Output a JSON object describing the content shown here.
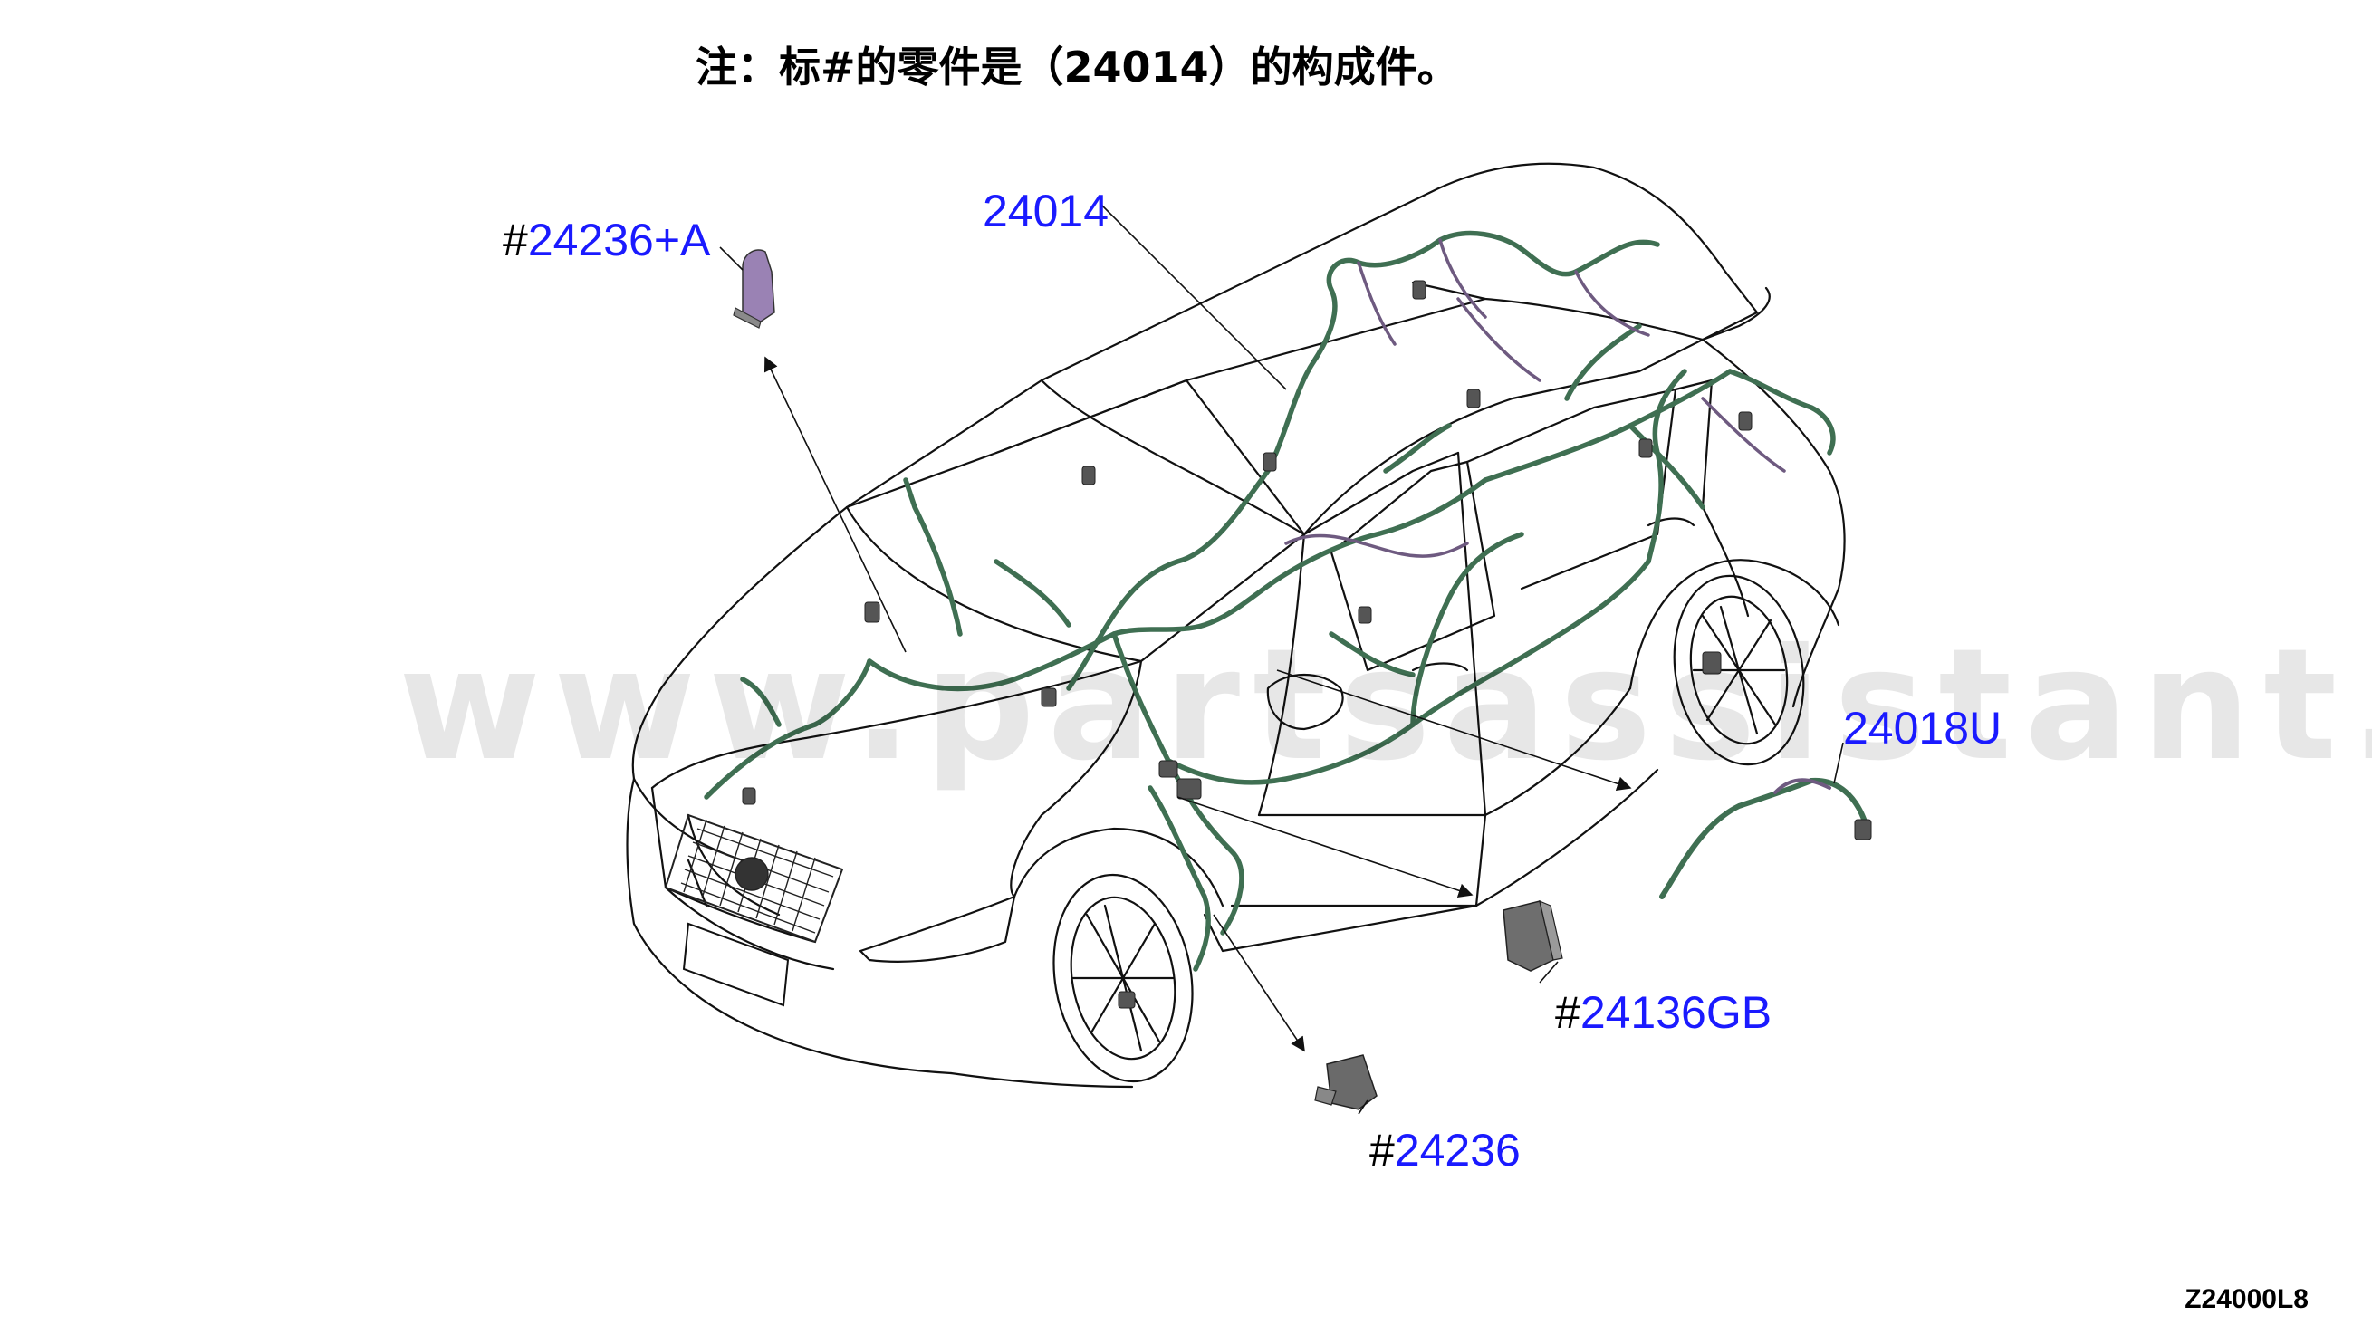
{
  "note": "注：标#的零件是（24014）的构成件。",
  "callouts": {
    "harness_main": {
      "hash": "",
      "num": "24014"
    },
    "bracket_a": {
      "hash": "#",
      "num": "24236+A"
    },
    "cable_u": {
      "hash": "",
      "num": "24018U"
    },
    "module_gb": {
      "hash": "#",
      "num": "24136GB"
    },
    "bracket": {
      "hash": "#",
      "num": "24236"
    }
  },
  "diagram_code": "Z24000L8",
  "watermark": "www.partsassistant.com",
  "colors": {
    "callout_number": "#1a1aff",
    "harness": "#3f6f52",
    "harness_purple": "#6e5a80",
    "outline": "#111111",
    "bracket_purple": "#9a82b4",
    "module_gray": "#6e6e6e"
  }
}
